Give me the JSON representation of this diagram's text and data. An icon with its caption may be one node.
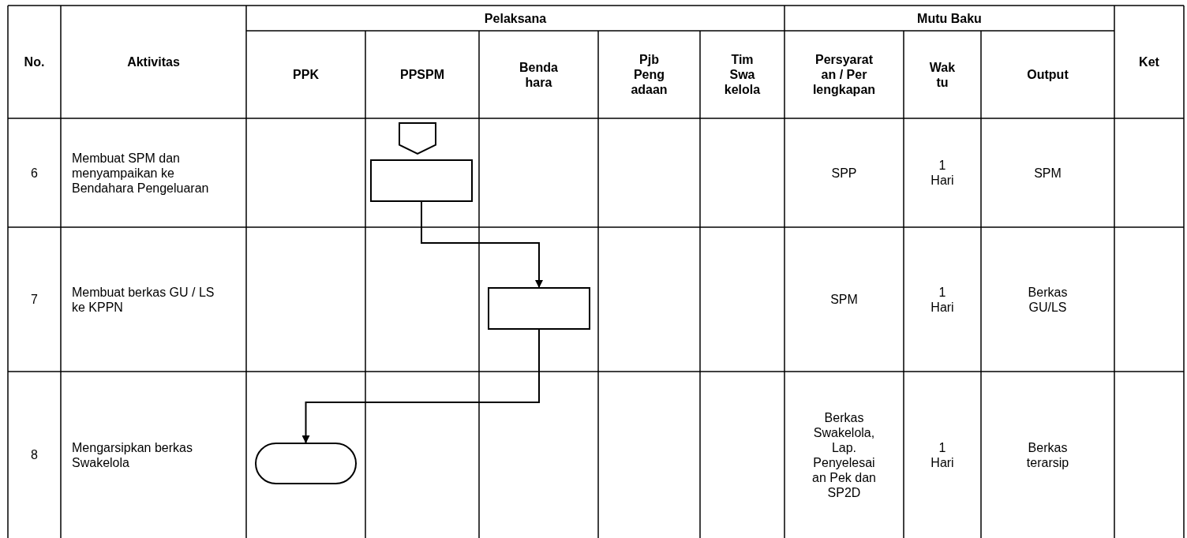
{
  "diagram": {
    "nodes": [
      {
        "text": [],
        "shape": "pentagon"
      },
      {
        "text": [],
        "shape": "box"
      },
      {
        "text": [],
        "shape": "box"
      },
      {
        "text": [],
        "shape": "capsule"
      }
    ],
    "edges": [
      {
        "from": 1,
        "to": 2,
        "arrow": "to"
      },
      {
        "from": 2,
        "to": 3,
        "arrow": "to"
      }
    ],
    "labels": [
      "No.",
      "Aktivitas",
      "Pelaksana",
      "Mutu Baku",
      "Ket",
      "PPK",
      "PPSPM",
      "Benda hara",
      "Pjb Peng adaan",
      "Tim Swa kelola",
      "Persyarat an / Per lengkapan",
      "Wak tu",
      "Output",
      "6",
      "Membuat SPM dan menyampaikan ke Bendahara Pengeluaran",
      "SPP",
      "1 Hari",
      "SPM",
      "7",
      "Membuat berkas GU / LS ke KPPN",
      "SPM",
      "1 Hari",
      "Berkas GU/LS",
      "8",
      "Mengarsipkan berkas Swakelola",
      "Berkas Swakelola, Lap. Penyelesai an Pek dan SP2D",
      "1 Hari",
      "Berkas terarsip"
    ]
  }
}
